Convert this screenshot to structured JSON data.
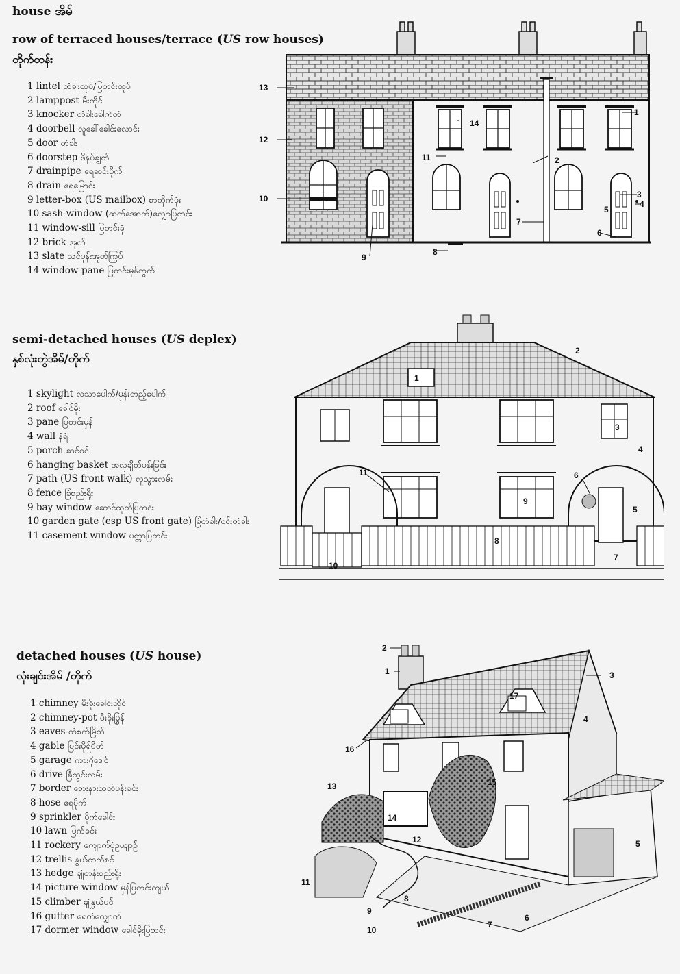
{
  "page_title": "house အိမ်",
  "sections": [
    {
      "title_pre": "row of terraced houses/terrace (",
      "title_us": "US",
      "title_post": " row houses)",
      "title_my": "တိုက်တန်း",
      "items": [
        {
          "n": "1",
          "en": "lintel",
          "my": "တံခါးထုပ်/ပြတင်းထုပ်"
        },
        {
          "n": "2",
          "en": "lamppost",
          "my": "မီးတိုင်"
        },
        {
          "n": "3",
          "en": "knocker",
          "my": "တံခါးခေါက်တံ"
        },
        {
          "n": "4",
          "en": "doorbell",
          "my": "လူခေါ်ခေါင်းလောင်း"
        },
        {
          "n": "5",
          "en": "door",
          "my": "တံခါး"
        },
        {
          "n": "6",
          "en": "doorstep",
          "my": "ဖိနပ်ချွတ်"
        },
        {
          "n": "7",
          "en": "drainpipe",
          "my": "ရေဆင်းပိုက်"
        },
        {
          "n": "8",
          "en": "drain",
          "my": "ရေမြောင်း"
        },
        {
          "n": "9",
          "en": "letter-box (US mailbox)",
          "my": "စာတိုက်ပုံး"
        },
        {
          "n": "10",
          "en": "sash-window",
          "my": "(ထက်အောက်)လျှောပြတင်း"
        },
        {
          "n": "11",
          "en": "window-sill",
          "my": "ပြတင်းခုံ"
        },
        {
          "n": "12",
          "en": "brick",
          "my": "အုတ်"
        },
        {
          "n": "13",
          "en": "slate",
          "my": "သင်ပုန်းအုတ်ကြွပ်"
        },
        {
          "n": "14",
          "en": "window-pane",
          "my": "ပြတင်းမှန်ကွက်"
        }
      ],
      "callouts": [
        "13",
        "12",
        "10",
        "14",
        "11",
        "9",
        "8",
        "2",
        "7",
        "1",
        "3",
        "5",
        "4",
        "6"
      ]
    },
    {
      "title_pre": "semi-detached houses (",
      "title_us": "US",
      "title_post": " deplex)",
      "title_my": "နှစ်လုံးတွဲအိမ်/တိုက်",
      "items": [
        {
          "n": "1",
          "en": "skylight",
          "my": "လသာပေါက်/မှန်းတည့်ပေါက်"
        },
        {
          "n": "2",
          "en": "roof",
          "my": "ခေါင်မိုး"
        },
        {
          "n": "3",
          "en": "pane",
          "my": "ပြတင်းမှန်"
        },
        {
          "n": "4",
          "en": "wall",
          "my": "နံရံ"
        },
        {
          "n": "5",
          "en": "porch",
          "my": "ဆင်ဝင်"
        },
        {
          "n": "6",
          "en": "hanging basket",
          "my": "အလှချိတ်ပန်းခြင်း"
        },
        {
          "n": "7",
          "en": "path (US front walk)",
          "my": "လူသွားလမ်း"
        },
        {
          "n": "8",
          "en": "fence",
          "my": "ခြံစည်းရိုး"
        },
        {
          "n": "9",
          "en": "bay window",
          "my": "ဆောင်ထုတ်ပြတင်း"
        },
        {
          "n": "10",
          "en": "garden gate (esp US front gate)",
          "my": "ခြံတံခါး/ဝင်းတံခါး"
        },
        {
          "n": "11",
          "en": "casement window",
          "my": "ပတ္တာပြတင်း"
        }
      ],
      "callouts": [
        "1",
        "2",
        "3",
        "4",
        "11",
        "6",
        "9",
        "5",
        "8",
        "10",
        "7"
      ]
    },
    {
      "title_pre": "detached houses (",
      "title_us": "US",
      "title_post": " house)",
      "title_my": "လုံးချင်းအိမ် /တိုက်",
      "items": [
        {
          "n": "1",
          "en": "chimney",
          "my": "မီးခိုးခေါင်းတိုင်"
        },
        {
          "n": "2",
          "en": "chimney-pot",
          "my": "မီးခိုးမြွန်"
        },
        {
          "n": "3",
          "en": "eaves",
          "my": "တံစက်မြိတ်"
        },
        {
          "n": "4",
          "en": "gable",
          "my": "မြင်းမိုရ်ပိတ်"
        },
        {
          "n": "5",
          "en": "garage",
          "my": "ကားဂိုဒေါင်"
        },
        {
          "n": "6",
          "en": "drive",
          "my": "ခြံတွင်းလမ်း"
        },
        {
          "n": "7",
          "en": "border",
          "my": "ဘေးနားသတ်ပန်းခင်း"
        },
        {
          "n": "8",
          "en": "hose",
          "my": "ရေပိုက်"
        },
        {
          "n": "9",
          "en": "sprinkler",
          "my": "ပိုက်ခေါင်း"
        },
        {
          "n": "10",
          "en": "lawn",
          "my": "မြက်ခင်း"
        },
        {
          "n": "11",
          "en": "rockery",
          "my": "ကျောက်ပုံဥယျာဉ်"
        },
        {
          "n": "12",
          "en": "trellis",
          "my": "နွယ်တက်စင်"
        },
        {
          "n": "13",
          "en": "hedge",
          "my": "ချုံတန်းစည်းရိုး"
        },
        {
          "n": "14",
          "en": "picture window",
          "my": "မှန်ပြတင်းကျယ်"
        },
        {
          "n": "15",
          "en": "climber",
          "my": "ချုံနွယ်ပင်"
        },
        {
          "n": "16",
          "en": "gutter",
          "my": "ရေတံလျှောက်"
        },
        {
          "n": "17",
          "en": "dormer window",
          "my": "ခေါင်မိုးပြတင်း"
        }
      ],
      "callouts": [
        "2",
        "1",
        "3",
        "17",
        "4",
        "16",
        "13",
        "15",
        "14",
        "12",
        "5",
        "11",
        "8",
        "9",
        "6",
        "7",
        "10"
      ]
    }
  ]
}
